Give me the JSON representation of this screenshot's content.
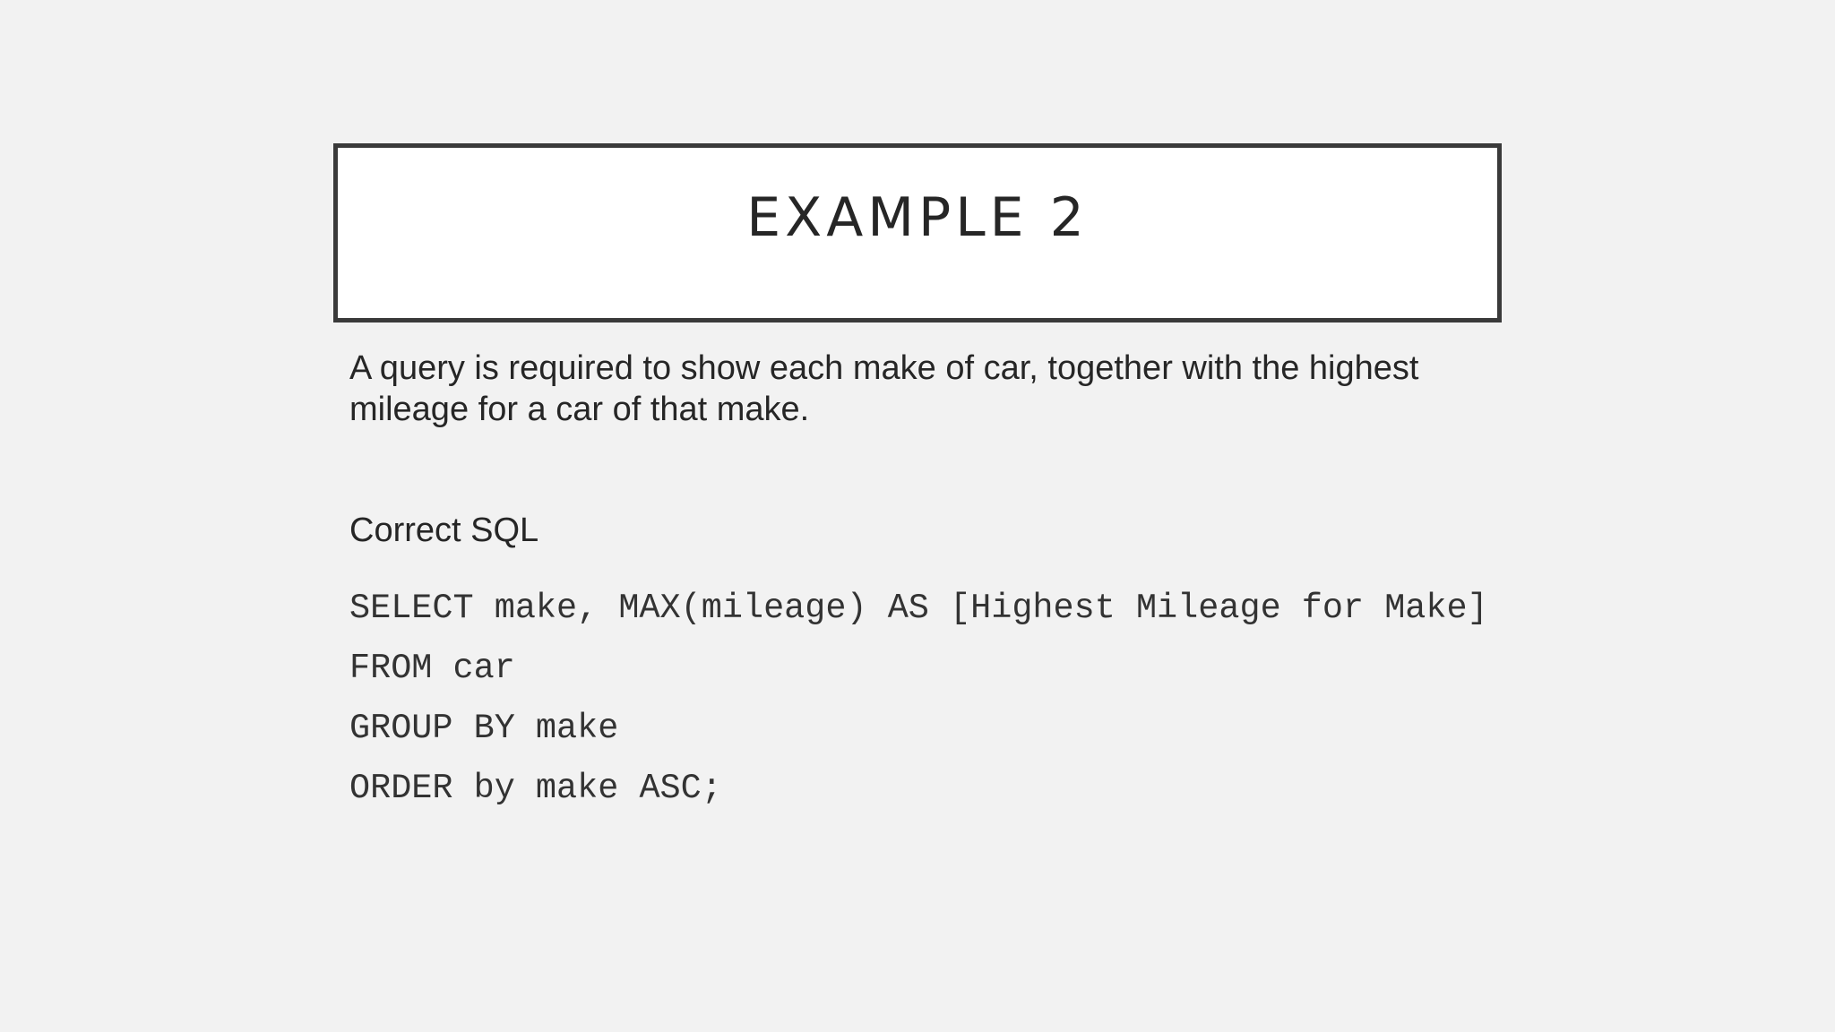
{
  "slide": {
    "title": "EXAMPLE 2",
    "description": "A query is required to show each make of car, together with the highest mileage for a car of that make.",
    "subheading": "Correct SQL",
    "code_lines": [
      "SELECT make, MAX(mileage) AS [Highest Mileage for Make]",
      "FROM car",
      "GROUP BY make",
      "ORDER by make ASC;"
    ]
  },
  "colors": {
    "background": "#f2f2f2",
    "title_box_fill": "#ffffff",
    "title_box_border": "#3a3a3a",
    "text": "#262626",
    "code_text": "#333333"
  }
}
